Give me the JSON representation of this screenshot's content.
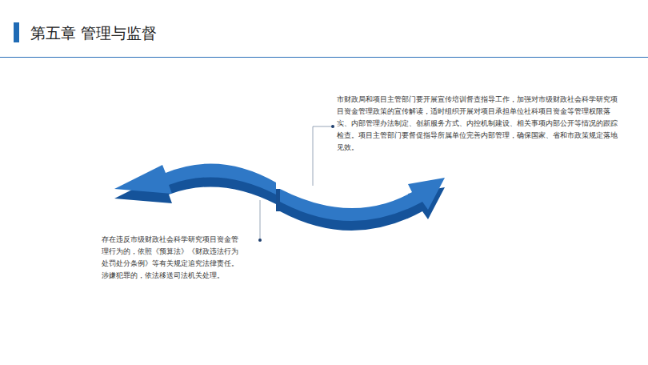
{
  "diagram": {
    "title": "第五章 管理与监督",
    "labels": [
      "市财政局和项目主管部门要开展宣传培训督查指导工作，加强对市级财政社会科学研究项目资金管理政策的宣传解读，适时组织开展对项目承担单位社科项目资金等管理权限落实、内部管理办法制定、创新服务方式、内控机制建设、相关事项内部公开等情况的跟踪检查。项目主管部门要督促指导所属单位完善内部管理，确保国家、省和市政策规定落地见效。",
      "存在违反市级财政社会科学研究项目资金管理行为的，依照《预算法》《财政违法行为处罚处分条例》等有关规定追究法律责任。涉嫌犯罪的，依法移送司法机关处理。"
    ]
  }
}
